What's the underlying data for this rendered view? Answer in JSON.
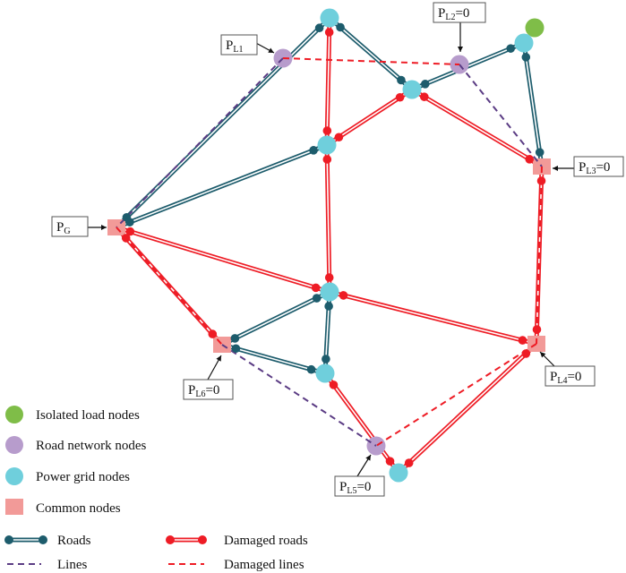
{
  "colors": {
    "road": "#1d5c6c",
    "damaged": "#ee1c25",
    "line": "#5b3c84",
    "road_node": "#b79ccc",
    "power_node": "#6fcfdc",
    "common_node": "#f29a98",
    "isolated_node": "#7fbd48"
  },
  "node_labels": {
    "pl1": {
      "main": "P",
      "sub": "L1",
      "suffix": ""
    },
    "pl2": {
      "main": "P",
      "sub": "L2",
      "suffix": "=0"
    },
    "pl3": {
      "main": "P",
      "sub": "L3",
      "suffix": "=0"
    },
    "pg": {
      "main": "P",
      "sub": "G",
      "suffix": ""
    },
    "pl4": {
      "main": "P",
      "sub": "L4",
      "suffix": "=0"
    },
    "pl5": {
      "main": "P",
      "sub": "L5",
      "suffix": "=0"
    },
    "pl6": {
      "main": "P",
      "sub": "L6",
      "suffix": "=0"
    }
  },
  "legend": {
    "isolated": "Isolated load nodes",
    "road_nodes": "Road network nodes",
    "power_nodes": "Power grid nodes",
    "common_nodes": "Common nodes",
    "roads": "Roads",
    "damaged_roads": "Damaged roads",
    "lines": "Lines",
    "damaged_lines": "Damaged lines"
  }
}
